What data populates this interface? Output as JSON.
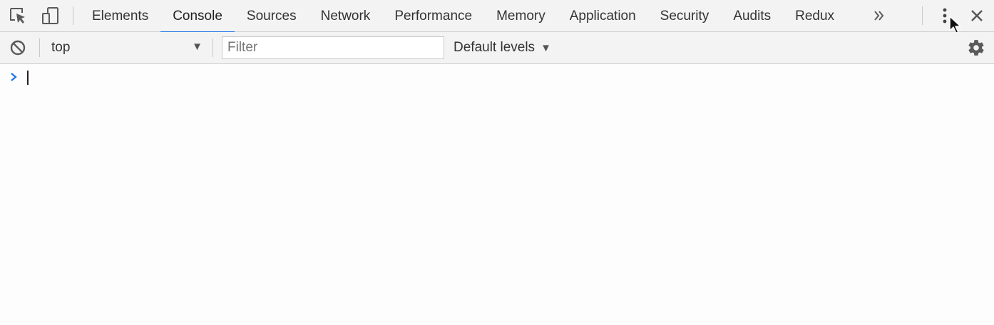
{
  "toolbar": {
    "icons": {
      "inspect": "inspect-element-icon",
      "device": "device-toolbar-icon",
      "more_tabs": "double-chevron-icon",
      "menu": "kebab-menu-icon",
      "close": "close-icon"
    },
    "tabs": [
      {
        "label": "Elements",
        "selected": false
      },
      {
        "label": "Console",
        "selected": true
      },
      {
        "label": "Sources",
        "selected": false
      },
      {
        "label": "Network",
        "selected": false
      },
      {
        "label": "Performance",
        "selected": false
      },
      {
        "label": "Memory",
        "selected": false
      },
      {
        "label": "Application",
        "selected": false
      },
      {
        "label": "Security",
        "selected": false
      },
      {
        "label": "Audits",
        "selected": false
      },
      {
        "label": "Redux",
        "selected": false
      }
    ]
  },
  "console_toolbar": {
    "context": "top",
    "filter": {
      "placeholder": "Filter",
      "value": ""
    },
    "levels": "Default levels"
  },
  "console": {
    "input_value": ""
  },
  "colors": {
    "accent": "#1a73e8",
    "toolbar_bg": "#f3f3f3",
    "prompt": "#1a73e8",
    "icon": "#5a5a5a"
  }
}
